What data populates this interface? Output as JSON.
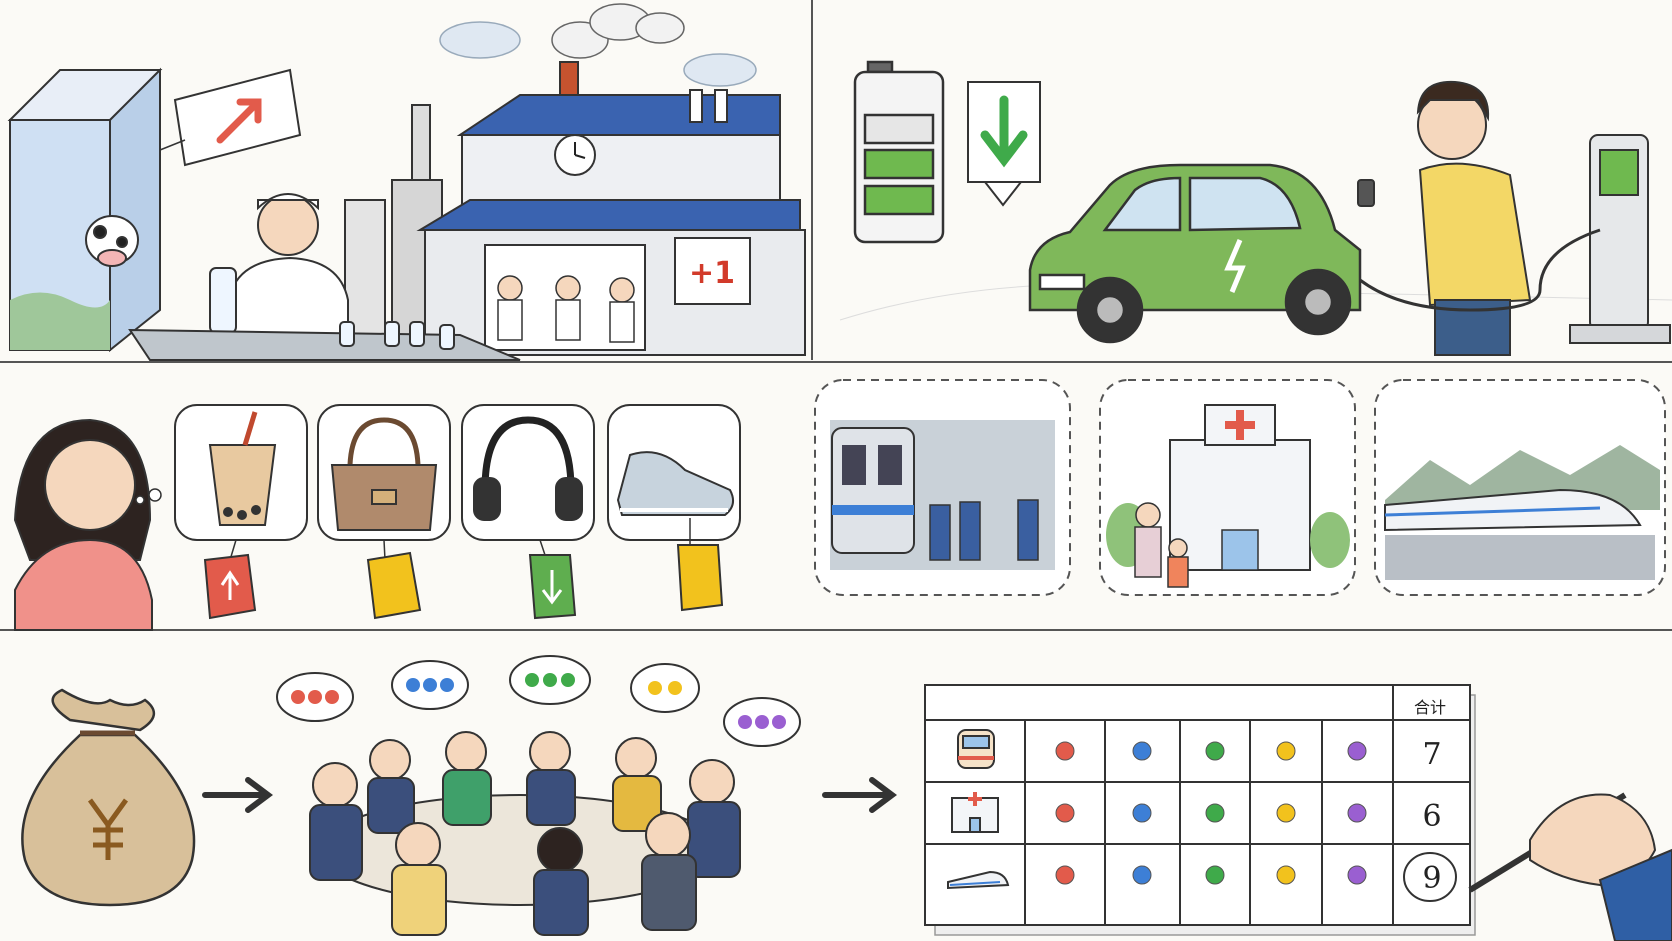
{
  "colors": {
    "red": "#e25b4b",
    "blue": "#3d7fd6",
    "green": "#3faa4a",
    "yellow": "#f2c21d",
    "purple": "#9a5fd1",
    "car": "#7fb85a",
    "hoodie": "#f3d766",
    "price_tag_red": "#e25b4b",
    "price_tag_yellow": "#f2c21d",
    "price_tag_green": "#5fae4f"
  },
  "panel1": {
    "price_badge": "+1"
  },
  "table": {
    "header_total": "合计",
    "rows": [
      {
        "icon": "train-icon",
        "total": "7"
      },
      {
        "icon": "hospital-icon",
        "total": "6"
      },
      {
        "icon": "bullet-train-icon",
        "total": "9"
      }
    ],
    "dot_colors": [
      "red",
      "blue",
      "green",
      "yellow",
      "purple"
    ]
  },
  "products": [
    "bubble-tea-icon",
    "handbag-icon",
    "headphones-icon",
    "sneaker-icon"
  ],
  "services": [
    "subway-scene",
    "hospital-scene",
    "high-speed-rail-scene"
  ]
}
